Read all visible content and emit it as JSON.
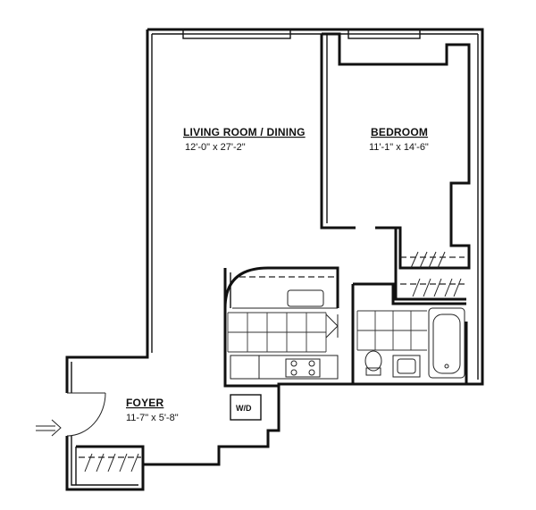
{
  "rooms": {
    "living": {
      "name": "LIVING ROOM / DINING",
      "dims": "12'-0\" x 27'-2\""
    },
    "bedroom": {
      "name": "BEDROOM",
      "dims": "11'-1\" x 14'-6\""
    },
    "foyer": {
      "name": "FOYER",
      "dims": "11-7\" x 5'-8\""
    }
  },
  "fixtures": {
    "washer_dryer": "W/D"
  },
  "icons": {
    "entry_arrow": "entry-arrow-icon"
  }
}
